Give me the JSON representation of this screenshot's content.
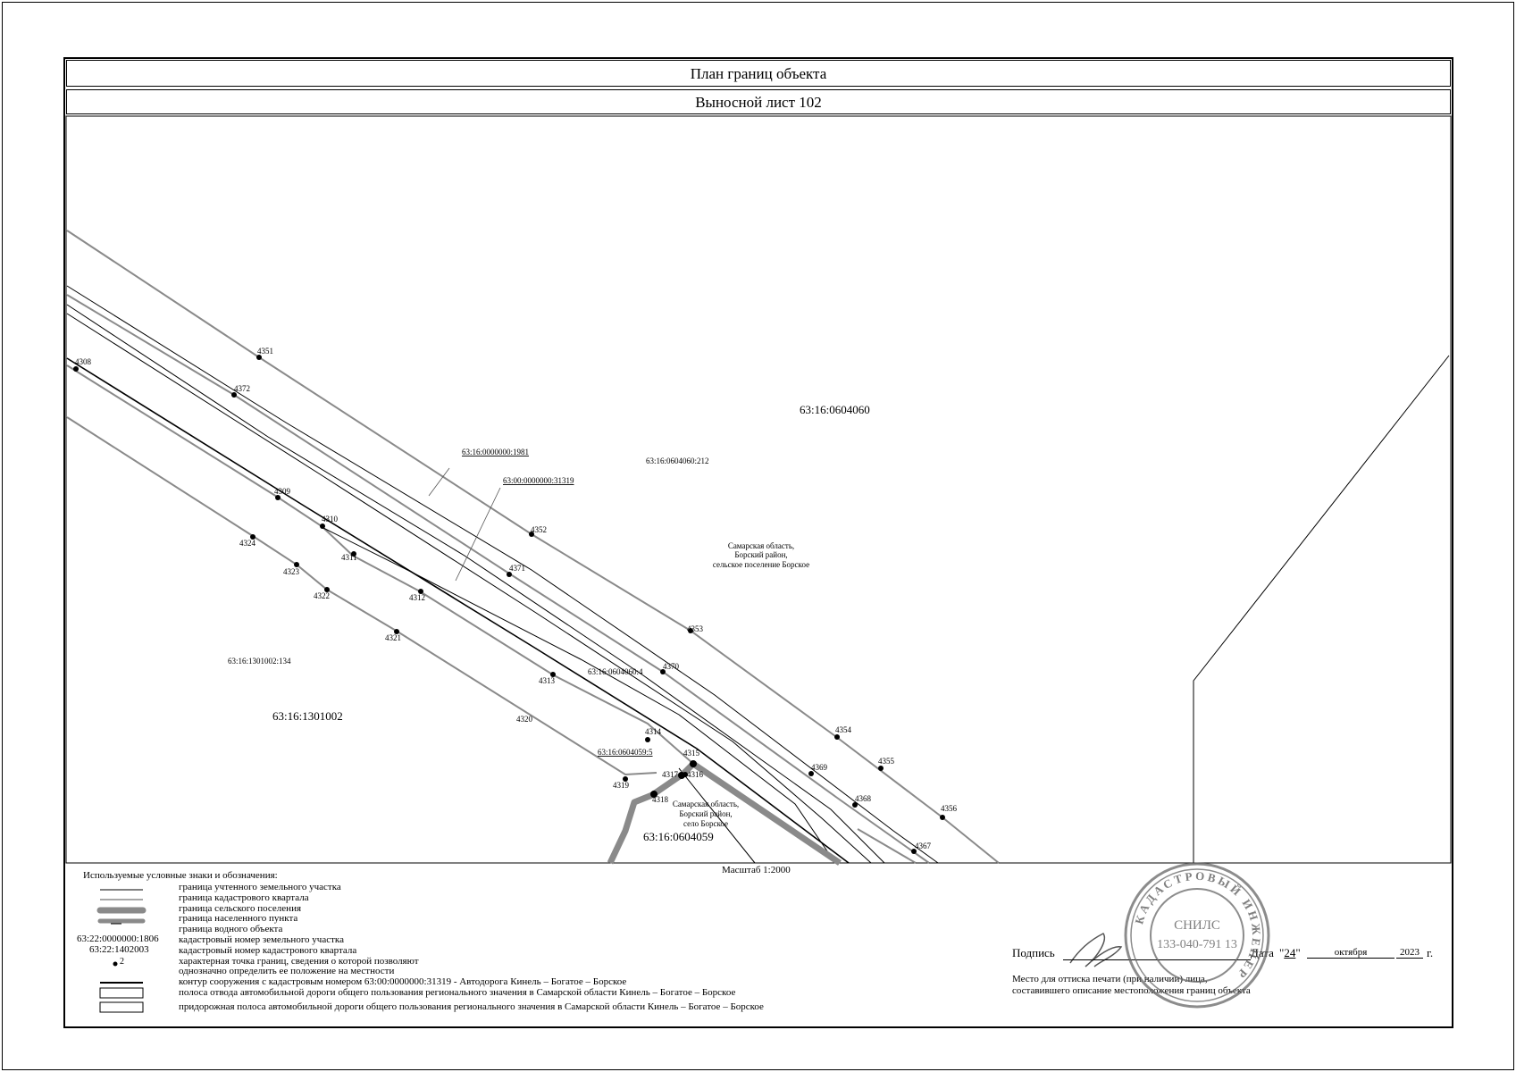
{
  "header": {
    "title": "План границ объекта",
    "subtitle": "Выносной лист 102"
  },
  "map": {
    "scale": "Масштаб 1:2000",
    "parcels": {
      "q0604060": "63:16:0604060",
      "q1301002": "63:16:1301002",
      "q0604059": "63:16:0604059",
      "p1981": "63:16:0000000:1981",
      "p31319": "63:00:0000000:31319",
      "p212": "63:16:0604060:212",
      "p134": "63:16:1301002:134",
      "p6064": "63:16:0604060:4",
      "p5": "63:16:0604059:5"
    },
    "address_top": [
      "Самарская область,",
      "Борский район,",
      "сельское поселение Борское"
    ],
    "address_bottom": [
      "Самарская область,",
      "Борский район,",
      "село Борское"
    ],
    "points": {
      "p4351": "4351",
      "p4372": "4372",
      "p4308": "4308",
      "p4309": "4309",
      "p4310": "4310",
      "p4311": "4311",
      "p4312": "4312",
      "p4324": "4324",
      "p4323": "4323",
      "p4322": "4322",
      "p4321": "4321",
      "p4313": "4313",
      "p4320": "4320",
      "p4352": "4352",
      "p4371": "4371",
      "p4353": "4353",
      "p4370": "4370",
      "p4314": "4314",
      "p4315": "4315",
      "p4317": "4317",
      "p4316": "4316",
      "p4319": "4319",
      "p4318": "4318",
      "p4354": "4354",
      "p4355": "4355",
      "p4369": "4369",
      "p4368": "4368",
      "p4356": "4356",
      "p4367": "4367"
    }
  },
  "legend": {
    "heading": "Используемые условные знаки и обозначения:",
    "items": [
      "граница учтенного земельного участка",
      "граница кадастрового квартала",
      "граница сельского поселения",
      "граница населенного пункта",
      "граница водного объекта",
      "кадастровый номер земельного участка",
      "кадастровый номер кадастрового квартала",
      "характерная точка границ, сведения о которой позволяют",
      "однозначно определить ее положение на местности",
      "контур сооружения с кадастровым номером 63:00:0000000:31319 - Автодорога Кинель – Богатое – Борское",
      "полоса отвода автомобильной дороги общего пользования регионального значения в Самарской области Кинель – Богатое – Борское",
      "придорожная полоса автомобильной дороги общего пользования регионального значения в Самарской области Кинель – Богатое – Борское"
    ],
    "sample_parcel": "63:22:0000000:1806",
    "sample_quarter": "63:22:1402003",
    "sample_point": "2"
  },
  "signature": {
    "sign_label": "Подпись",
    "date_label": "Дата",
    "day": "24",
    "month": "октября",
    "year": "2023",
    "year_suffix": "г.",
    "stamp_note_1": "Место для оттиска печати (при наличии) лица,",
    "stamp_note_2": "составившего описание местоположения границ объекта"
  },
  "stamp": {
    "ring_text": "КАДАСТРОВЫЙ ИНЖЕНЕР",
    "snils_label": "СНИЛС",
    "snils": "133-040-791 13"
  }
}
